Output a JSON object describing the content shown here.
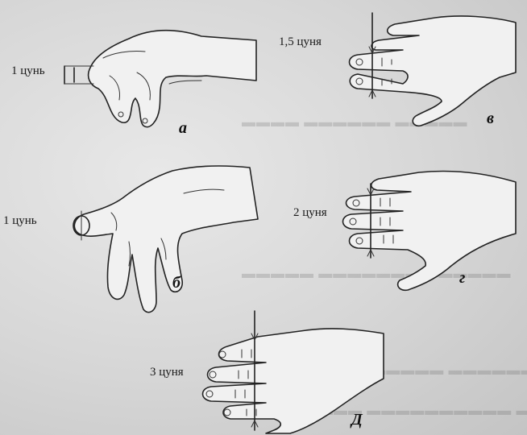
{
  "figures": {
    "a": {
      "letter": "а",
      "label": "1 цунь"
    },
    "b": {
      "letter": "б",
      "label": "1 цунь"
    },
    "v": {
      "letter": "в",
      "label": "1,5 цуня"
    },
    "g": {
      "letter": "г",
      "label": "2 цуня"
    },
    "d": {
      "letter": "Д",
      "label": "3 цуня"
    }
  }
}
